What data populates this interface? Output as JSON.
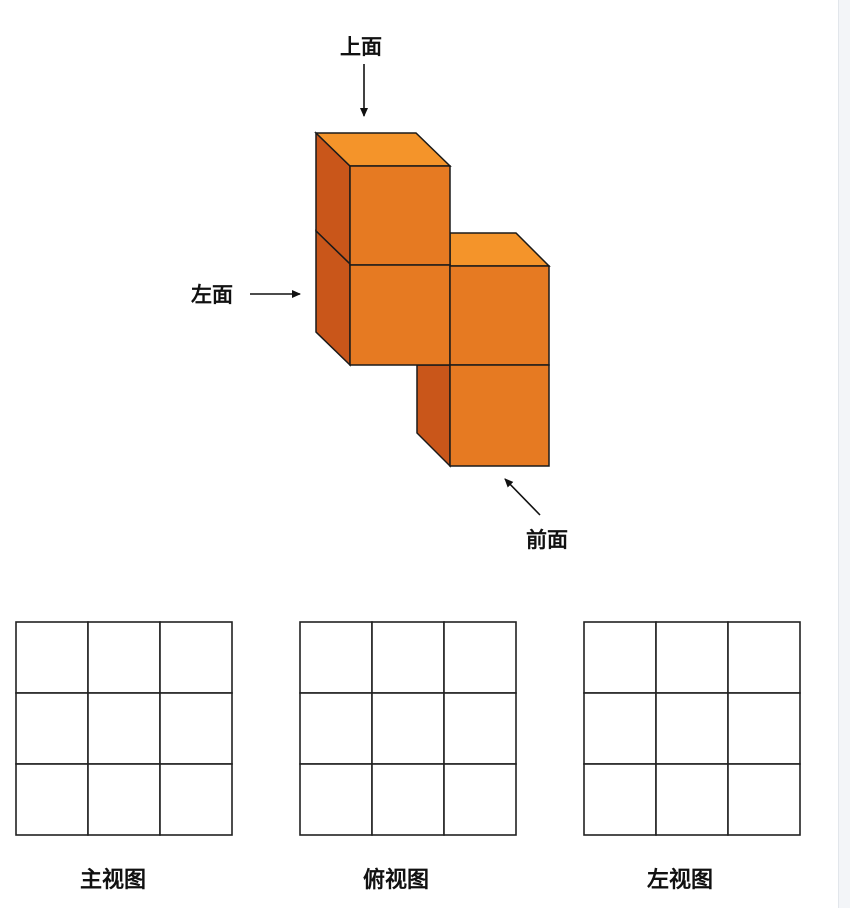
{
  "labels": {
    "top": "上面",
    "left": "左面",
    "front": "前面"
  },
  "views": [
    {
      "caption": "主视图",
      "rows": 3,
      "cols": 3
    },
    {
      "caption": "俯视图",
      "rows": 3,
      "cols": 3
    },
    {
      "caption": "左视图",
      "rows": 3,
      "cols": 3
    }
  ],
  "colors": {
    "front_face": "#E67A22",
    "top_face": "#F4942A",
    "side_face": "#C9561A",
    "edge": "#1a1a1a"
  }
}
